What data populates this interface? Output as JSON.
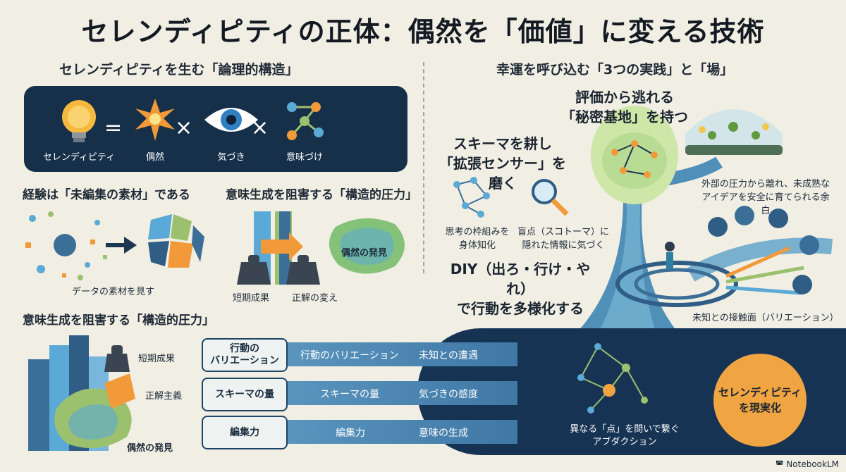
{
  "title": "セレンディピティの正体：偶然を「価値」に変える技術",
  "left": {
    "heading": "セレンディピティを生む「論理的構造」",
    "formula": {
      "result": "セレンディピティ",
      "equals": "=",
      "times": "×",
      "terms": [
        "偶然",
        "気づき",
        "意味づけ"
      ]
    },
    "experience": {
      "heading": "経験は「未編集の素材」である",
      "caption": "データの素材を見す"
    },
    "pressure_top": {
      "heading": "意味生成を阻害する「構造的圧力」",
      "labels": [
        "短期成果",
        "正解の変え"
      ],
      "blob": "偶然の発見"
    },
    "pressure_bottom": {
      "heading": "意味生成を阻害する「構造的圧力」",
      "labels": [
        "短期成果",
        "正解主義",
        "偶然の発見"
      ]
    }
  },
  "right": {
    "heading": "幸運を呼び込む「3つの実践」と「場」",
    "base": {
      "heading": "評価から逃れる\n「秘密基地」を持つ",
      "caption": "外部の圧力から離れ、未成熟な\nアイデアを安全に育てられる余白"
    },
    "schema": {
      "heading": "スキーマを耕し\n「拡張センサー」を磨く",
      "caption_left": "思考の枠組みを\n身体知化",
      "caption_right": "盲点（スコトーマ）に\n隠れた情報に気づく"
    },
    "diy": {
      "heading": "DIY（出ろ・行け・やれ）\nで行動を多様化する",
      "caption": "未知との接触面（バリエーション）"
    }
  },
  "flow": {
    "rows": [
      {
        "factor": "行動の\nバリエーション",
        "mid": "行動のバリエーション",
        "effect": "未知との遭遇"
      },
      {
        "factor": "スキーマの量",
        "mid": "スキーマの量",
        "effect": "気づきの感度"
      },
      {
        "factor": "編集力",
        "mid": "編集力",
        "effect": "意味の生成"
      }
    ],
    "abduction": "異なる「点」を問いで繋ぐ\nアブダクション",
    "goal": "セレンディピティ\nを現実化"
  },
  "footer": "NotebookLM"
}
